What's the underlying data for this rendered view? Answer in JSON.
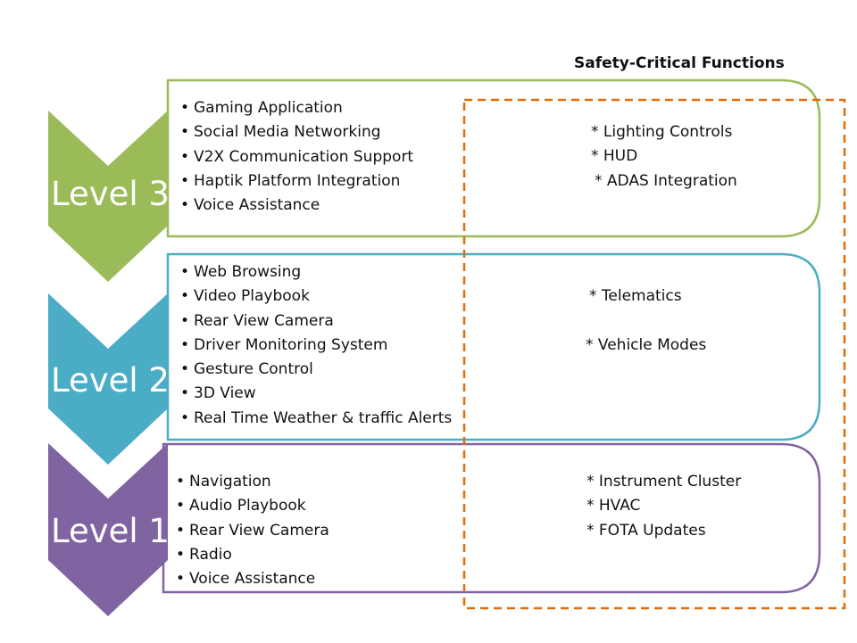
{
  "header": {
    "safety_title": "Safety-Critical Functions"
  },
  "colors": {
    "level3": "#9bbb59",
    "level2": "#4bacc6",
    "level1": "#8064a2",
    "dashed_border": "#e36c09"
  },
  "levels": [
    {
      "label": "Level 3",
      "features": [
        "Gaming Application",
        "Social Media Networking",
        "V2X Communication Support",
        "Haptik Platform Integration",
        "Voice Assistance"
      ],
      "safety_functions": [
        "*  Lighting Controls",
        "*  HUD",
        "* ADAS Integration"
      ]
    },
    {
      "label": "Level 2",
      "features": [
        "Web Browsing",
        "Video Playbook",
        "Rear View Camera",
        "Driver Monitoring System",
        "Gesture Control",
        "3D View",
        "Real Time Weather & traffic Alerts"
      ],
      "safety_functions": [
        "* Telematics",
        "* Vehicle Modes"
      ]
    },
    {
      "label": "Level 1",
      "features": [
        "Navigation",
        "Audio Playbook",
        "Rear View Camera",
        "Radio",
        "Voice Assistance"
      ],
      "safety_functions": [
        "* Instrument Cluster",
        "*  HVAC",
        "*  FOTA  Updates"
      ]
    }
  ]
}
